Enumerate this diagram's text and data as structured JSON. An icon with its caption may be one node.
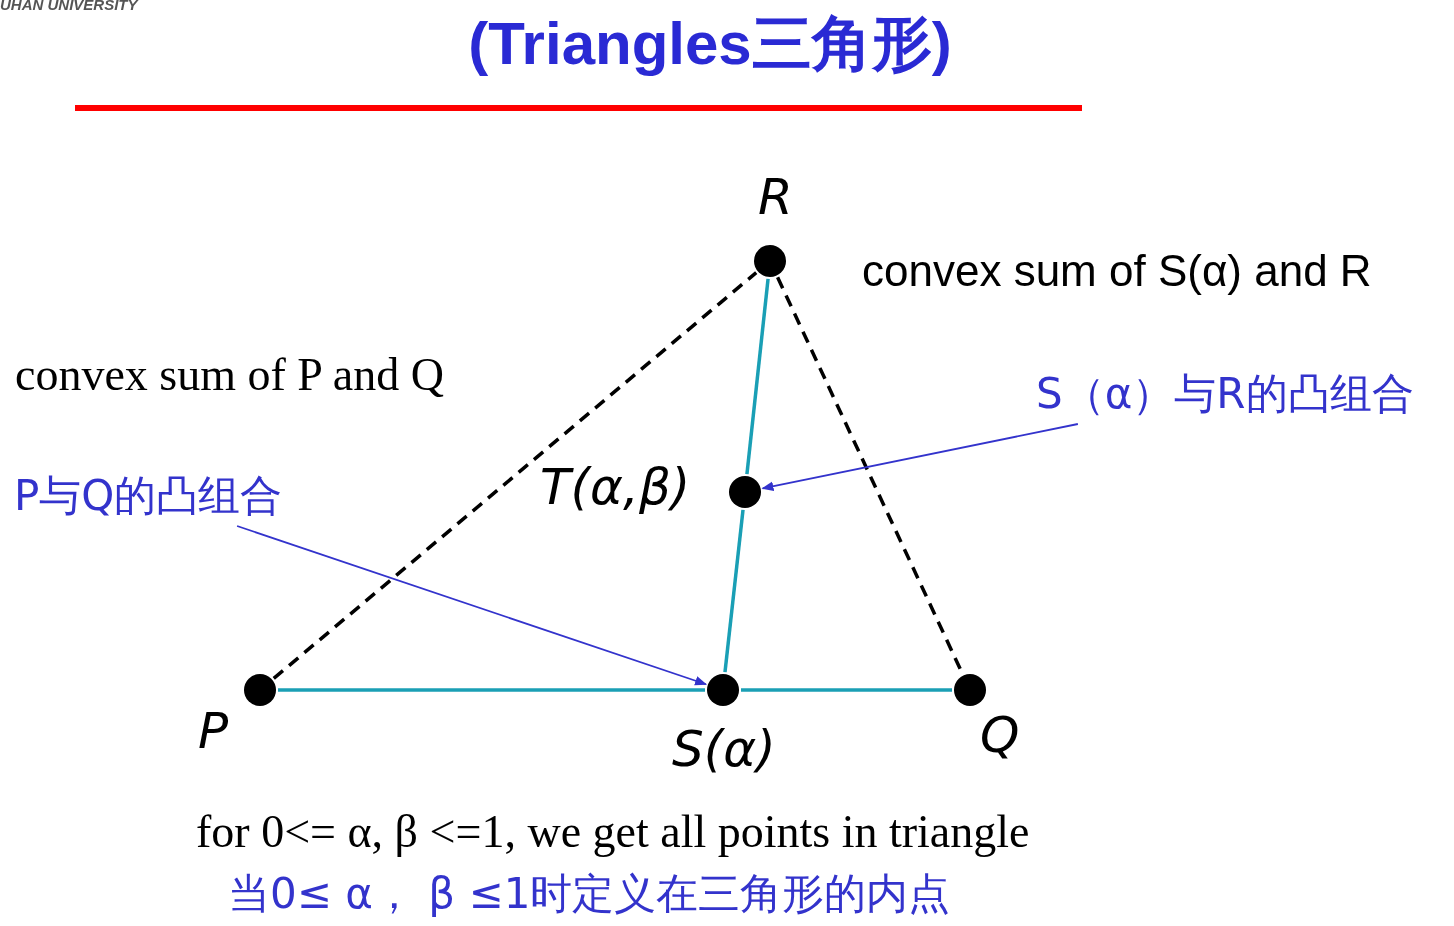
{
  "diagram": {
    "title": "(Triangles三角形)",
    "nodes": [
      {
        "text": [
          "P与Q的凸组合"
        ]
      },
      {
        "text": [
          "S（α）与R的凸组合"
        ]
      },
      {
        "text": [],
        "shape": "circle",
        "beside": [
          "R"
        ]
      },
      {
        "text": [],
        "shape": "circle",
        "beside": [
          "T(α,β)"
        ]
      },
      {
        "text": [],
        "shape": "circle",
        "beside": [
          "P"
        ]
      },
      {
        "text": [],
        "shape": "circle",
        "beside": [
          "S(α)"
        ]
      },
      {
        "text": [],
        "shape": "circle",
        "beside": [
          "Q"
        ]
      }
    ],
    "edges": [
      {
        "from": 4,
        "to": 2,
        "arrow": "none",
        "style": "dashed",
        "color": "#000000"
      },
      {
        "from": 2,
        "to": 6,
        "arrow": "none",
        "style": "dashed",
        "color": "#000000"
      },
      {
        "from": 4,
        "to": 5,
        "arrow": "none"
      },
      {
        "from": 5,
        "to": 6,
        "arrow": "none"
      },
      {
        "from": 5,
        "to": 3,
        "arrow": "none"
      },
      {
        "from": 3,
        "to": 2,
        "arrow": "none"
      },
      {
        "from": 0,
        "to": 5,
        "arrow": "to",
        "color": "#3333cc"
      },
      {
        "from": 1,
        "to": 3,
        "arrow": "to",
        "color": "#3333cc"
      }
    ],
    "labels": [
      "UHAN UNIVERSITY",
      "convex sum of S(α) and R",
      "convex sum of P and Q",
      "for 0<= α, β <=1, we get all points in triangle",
      "当0≤ α， β ≤1时定义在三角形的内点"
    ]
  }
}
